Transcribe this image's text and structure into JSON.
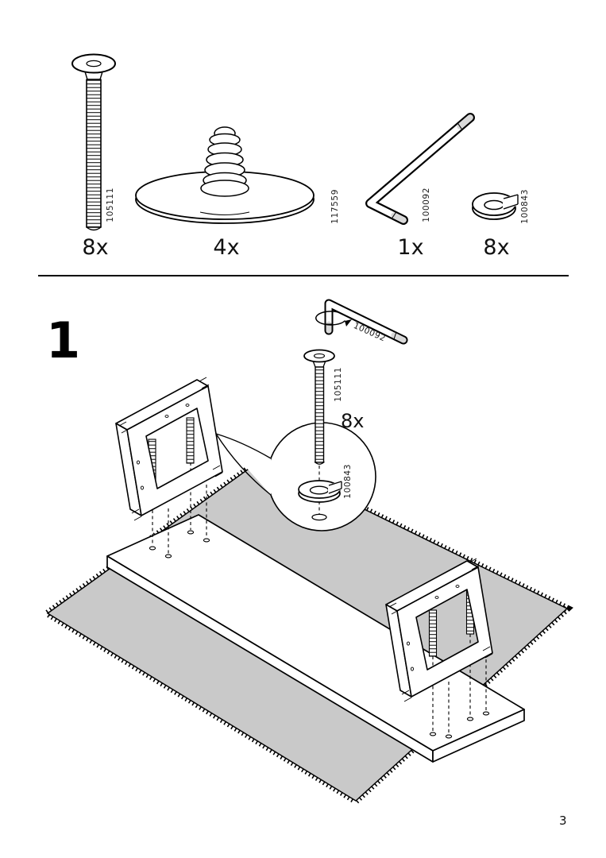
{
  "page": {
    "number": "3"
  },
  "step": {
    "number": "1",
    "callout_qty": "8x"
  },
  "parts": [
    {
      "name": "bolt",
      "label": "105111",
      "qty": "8x"
    },
    {
      "name": "glide-foot",
      "label": "117559",
      "qty": "4x"
    },
    {
      "name": "allen-key",
      "label": "100092",
      "qty": "1x"
    },
    {
      "name": "lock-washer",
      "label": "100843",
      "qty": "8x"
    }
  ],
  "step_labels": {
    "allen_key": "100092",
    "bolt": "105111",
    "washer": "100843"
  },
  "colors": {
    "line": "#000000",
    "rug": "#c9c9c9",
    "paper": "#ffffff"
  }
}
